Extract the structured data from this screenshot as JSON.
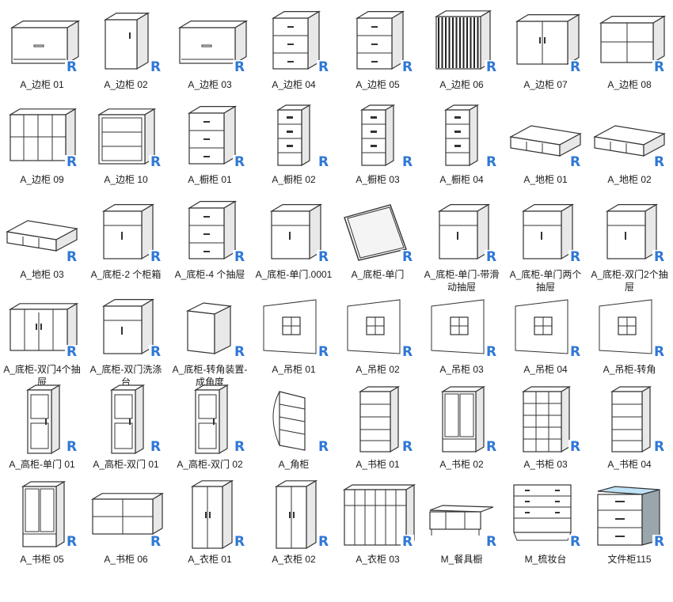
{
  "badge_letter": "R",
  "badge_color": "#2e78d6",
  "selected_index": 51,
  "items": [
    {
      "label": "A_边柜 01",
      "icon": "sideboard-icon"
    },
    {
      "label": "A_边柜 02",
      "icon": "cabinet-icon"
    },
    {
      "label": "A_边柜 03",
      "icon": "sideboard-icon"
    },
    {
      "label": "A_边柜 04",
      "icon": "drawer-cabinet-icon"
    },
    {
      "label": "A_边柜 05",
      "icon": "drawer-cabinet-icon"
    },
    {
      "label": "A_边柜 06",
      "icon": "slatted-cabinet-icon"
    },
    {
      "label": "A_边柜 07",
      "icon": "double-door-cabinet-icon"
    },
    {
      "label": "A_边柜 08",
      "icon": "open-shelf-cabinet-icon"
    },
    {
      "label": "A_边柜 09",
      "icon": "cube-shelf-icon"
    },
    {
      "label": "A_边柜 10",
      "icon": "glass-cabinet-icon"
    },
    {
      "label": "A_橱柜 01",
      "icon": "drawer-cabinet-icon"
    },
    {
      "label": "A_橱柜 02",
      "icon": "file-cabinet-icon"
    },
    {
      "label": "A_橱柜 03",
      "icon": "file-cabinet-icon"
    },
    {
      "label": "A_橱柜 04",
      "icon": "file-cabinet-icon"
    },
    {
      "label": "A_地柜 01",
      "icon": "tv-stand-icon"
    },
    {
      "label": "A_地柜 02",
      "icon": "tv-stand-icon"
    },
    {
      "label": "A_地柜 03",
      "icon": "tv-stand-icon"
    },
    {
      "label": "A_底柜-2 个柜箱",
      "icon": "base-cabinet-icon"
    },
    {
      "label": "A_底柜-4 个抽屉",
      "icon": "drawer-cabinet-icon"
    },
    {
      "label": "A_底柜-单门.0001",
      "icon": "base-cabinet-icon"
    },
    {
      "label": "A_底柜-单门",
      "icon": "panel-icon"
    },
    {
      "label": "A_底柜-单门-带滑动抽屉",
      "icon": "base-cabinet-icon"
    },
    {
      "label": "A_底柜-单门两个抽屉",
      "icon": "base-cabinet-icon"
    },
    {
      "label": "A_底柜-双门2个抽屉",
      "icon": "base-cabinet-icon"
    },
    {
      "label": "A_底柜-双门4个抽屉",
      "icon": "wide-base-cabinet-icon"
    },
    {
      "label": "A_底柜-双门洗涤台",
      "icon": "base-cabinet-icon"
    },
    {
      "label": "A_底柜-转角装置-成角度",
      "icon": "corner-cabinet-icon"
    },
    {
      "label": "A_吊柜 01",
      "icon": "wall-cabinet-icon"
    },
    {
      "label": "A_吊柜 02",
      "icon": "wall-cabinet-icon"
    },
    {
      "label": "A_吊柜 03",
      "icon": "wall-cabinet-icon"
    },
    {
      "label": "A_吊柜 04",
      "icon": "wall-cabinet-icon"
    },
    {
      "label": "A_吊柜-转角",
      "icon": "wall-cabinet-icon"
    },
    {
      "label": "A_高柜-单门 01",
      "icon": "tall-cabinet-icon"
    },
    {
      "label": "A_高柜-双门 01",
      "icon": "tall-cabinet-icon"
    },
    {
      "label": "A_高柜-双门 02",
      "icon": "tall-cabinet-icon"
    },
    {
      "label": "A_角柜",
      "icon": "corner-shelf-icon"
    },
    {
      "label": "A_书柜 01",
      "icon": "bookcase-icon"
    },
    {
      "label": "A_书柜 02",
      "icon": "glass-bookcase-icon"
    },
    {
      "label": "A_书柜 03",
      "icon": "cube-bookcase-icon"
    },
    {
      "label": "A_书柜 04",
      "icon": "bookcase-icon"
    },
    {
      "label": "A_书柜 05",
      "icon": "glass-bookcase-icon"
    },
    {
      "label": "A_书柜 06",
      "icon": "low-bookcase-icon"
    },
    {
      "label": "A_衣柜 01",
      "icon": "wardrobe-icon"
    },
    {
      "label": "A_衣柜 02",
      "icon": "wardrobe-icon"
    },
    {
      "label": "A_衣柜 03",
      "icon": "large-wardrobe-icon"
    },
    {
      "label": "M_餐具橱",
      "icon": "sideboard-desk-icon"
    },
    {
      "label": "M_梳妆台",
      "icon": "dresser-icon"
    },
    {
      "label": "文件柜115",
      "icon": "file-cabinet-box-icon"
    }
  ]
}
